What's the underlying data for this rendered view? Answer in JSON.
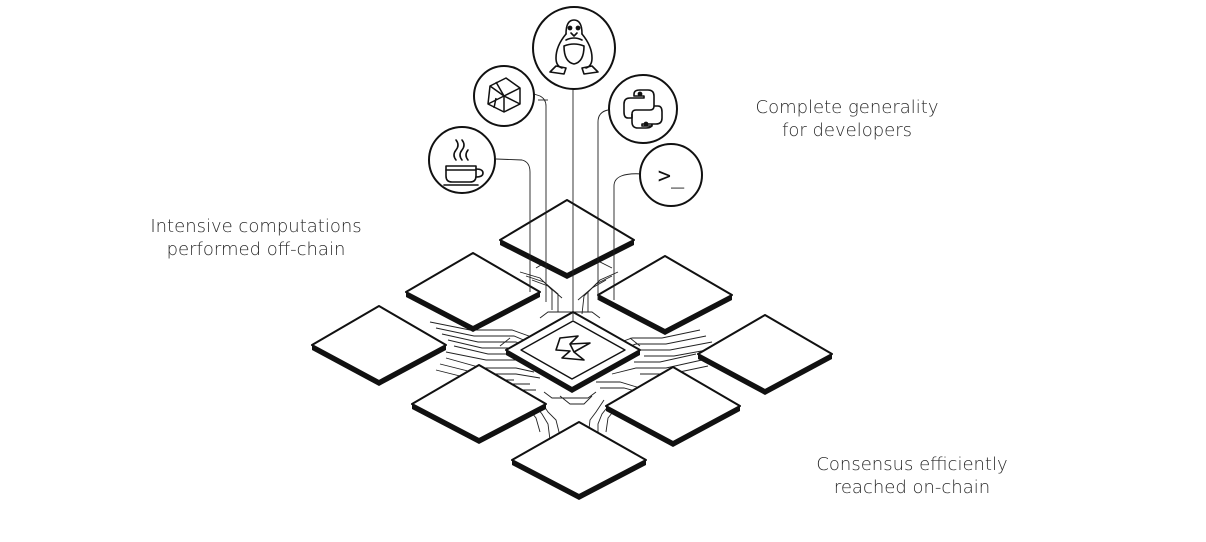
{
  "captions": {
    "left": {
      "line1": "Intensive computations",
      "line2": "performed off-chain"
    },
    "right": {
      "line1": "Complete generality",
      "line2": "for developers"
    },
    "bottom": {
      "line1": "Consensus efficiently",
      "line2": "reached on-chain"
    }
  },
  "icons": [
    "java-coffee-icon",
    "ruby-gem-icon",
    "linux-tux-icon",
    "python-icon",
    "terminal-prompt-icon"
  ],
  "terminal_prompt": ">_",
  "colors": {
    "stroke": "#111111",
    "background": "#ffffff",
    "text": "#2a2a2a"
  }
}
